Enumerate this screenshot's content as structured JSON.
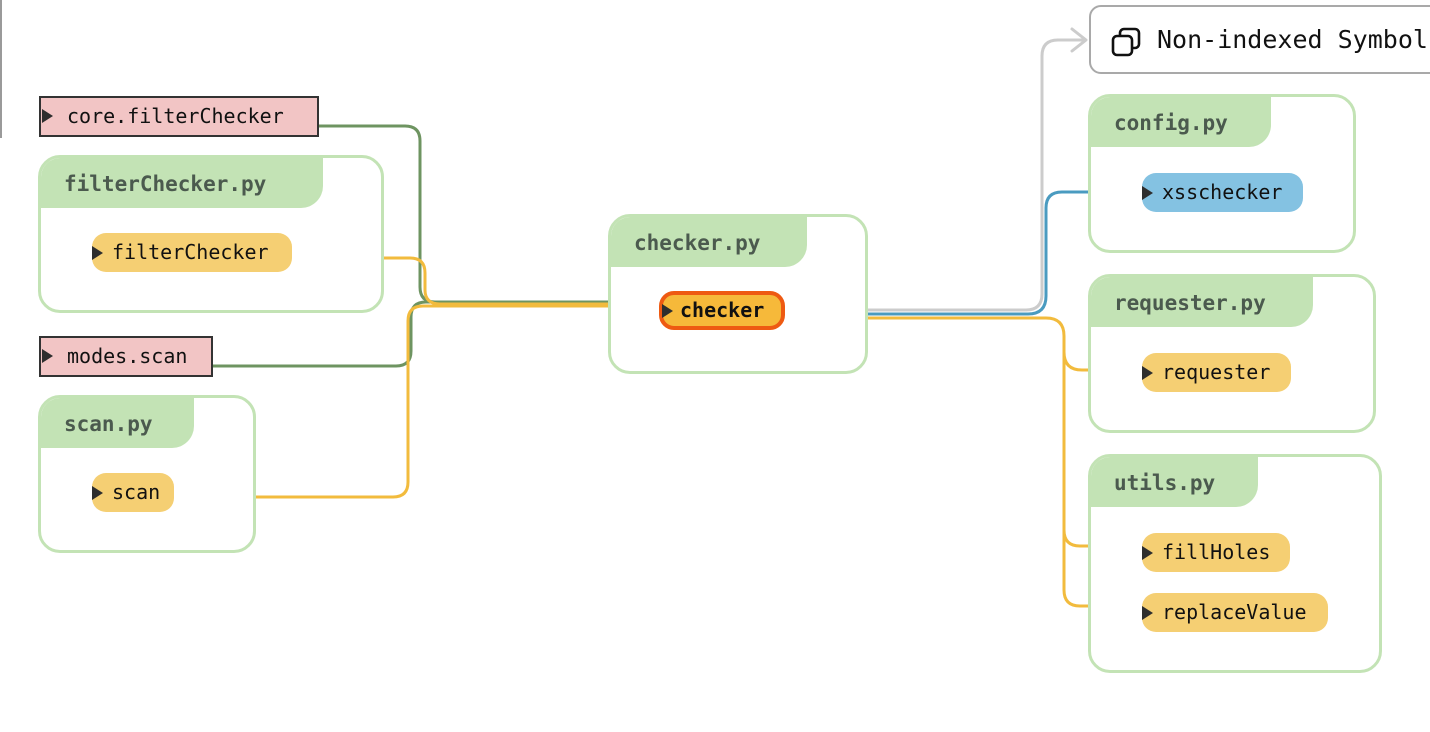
{
  "external_symbols": [
    {
      "id": "core-filterchecker",
      "label": "core.filterChecker"
    },
    {
      "id": "modes-scan",
      "label": "modes.scan"
    }
  ],
  "files": [
    {
      "id": "filterchecker-py",
      "title": "filterChecker.py",
      "functions": [
        "filterChecker"
      ]
    },
    {
      "id": "scan-py",
      "title": "scan.py",
      "functions": [
        "scan"
      ]
    },
    {
      "id": "checker-py",
      "title": "checker.py",
      "functions": [
        "checker"
      ],
      "selected_function": "checker"
    },
    {
      "id": "config-py",
      "title": "config.py",
      "functions": [
        "xsschecker"
      ]
    },
    {
      "id": "requester-py",
      "title": "requester.py",
      "functions": [
        "requester"
      ]
    },
    {
      "id": "utils-py",
      "title": "utils.py",
      "functions": [
        "fillHoles",
        "replaceValue"
      ]
    }
  ],
  "non_indexed": {
    "label": "Non-indexed Symbols",
    "icon": "copy-icon"
  },
  "colors": {
    "file_border": "#c3e3b5",
    "function_fill": "#f5cf73",
    "variable_fill": "#84c2e2",
    "selected_fill": "#f6b93a",
    "selected_border": "#ee5a12",
    "external_fill": "#f2c5c5",
    "edge_call": "#f2bb3d",
    "edge_import": "#6e9461",
    "edge_variable": "#4a9bc0",
    "edge_nonindexed": "#cccccc"
  }
}
